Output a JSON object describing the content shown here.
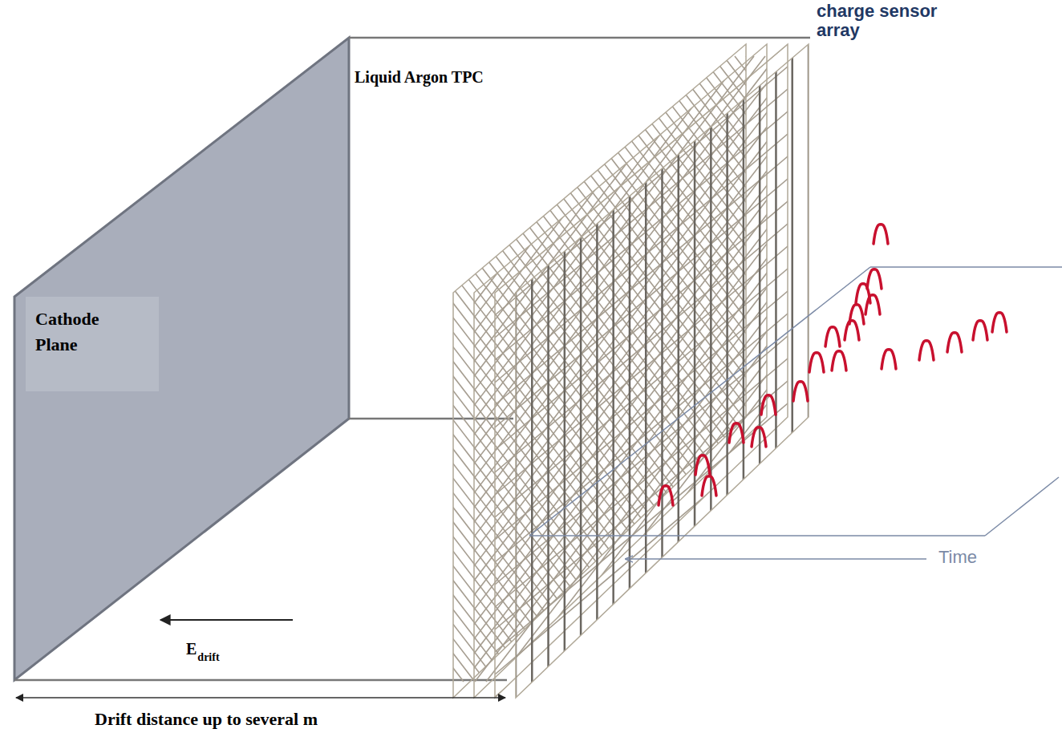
{
  "diagram": {
    "nodes": [
      {
        "text": [
          "Liquid Argon TPC"
        ]
      },
      {
        "text": [
          "Cathode Plane"
        ]
      }
    ],
    "labels": [
      "charge sensor array",
      "E",
      "drift",
      "Time",
      "Drift distance up to several m"
    ]
  }
}
